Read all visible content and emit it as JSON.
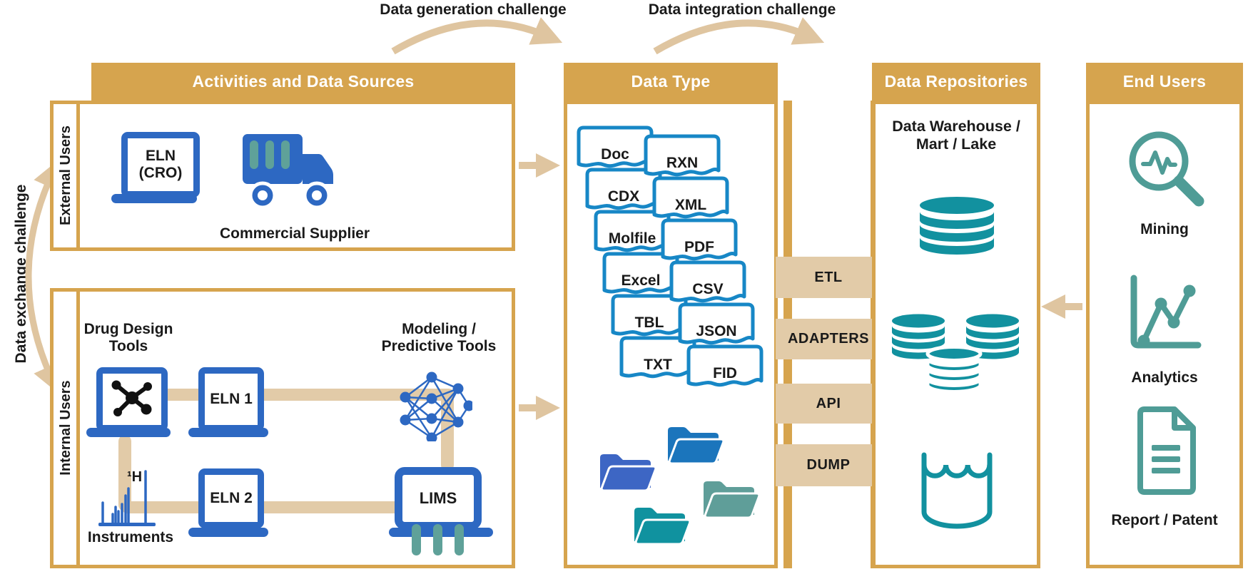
{
  "annotations": {
    "generation": "Data generation challenge",
    "integration": "Data integration challenge",
    "exchange": "Data exchange challenge"
  },
  "activities": {
    "header": "Activities and Data Sources",
    "external": {
      "label": "External Users",
      "eln_cro": [
        "ELN",
        "(CRO)"
      ],
      "supplier": "Commercial Supplier"
    },
    "internal": {
      "label": "Internal Users",
      "drug_design": [
        "Drug Design",
        "Tools"
      ],
      "modeling": [
        "Modeling /",
        "Predictive Tools"
      ],
      "eln1": "ELN 1",
      "eln2": "ELN 2",
      "lims": "LIMS",
      "nmr": "¹H",
      "instruments": "Instruments"
    }
  },
  "data_type": {
    "header": "Data Type",
    "files": [
      "Doc",
      "RXN",
      "CDX",
      "XML",
      "Molfile",
      "PDF",
      "Excel",
      "CSV",
      "TBL",
      "JSON",
      "TXT",
      "FID"
    ],
    "folder_colors": [
      "#1B75BC",
      "#3D66C4",
      "#10929F",
      "#5F9E99"
    ]
  },
  "connectors": [
    "ETL",
    "ADAPTERS",
    "API",
    "DUMP"
  ],
  "repositories": {
    "header": "Data Repositories",
    "warehouse": [
      "Data Warehouse /",
      "Mart / Lake"
    ]
  },
  "end_users": {
    "header": "End Users",
    "items": [
      "Mining",
      "Analytics",
      "Report / Patent"
    ]
  },
  "colors": {
    "gold": "#D6A44E",
    "tan": "#DFC5A0",
    "box_tan": "#E2CBA8",
    "blue": "#2D68C2",
    "card_blue": "#1787C6",
    "teal": "#12919F",
    "sage": "#4F9C96",
    "sage_light": "#5FA199",
    "text": "#1A1A1A"
  }
}
